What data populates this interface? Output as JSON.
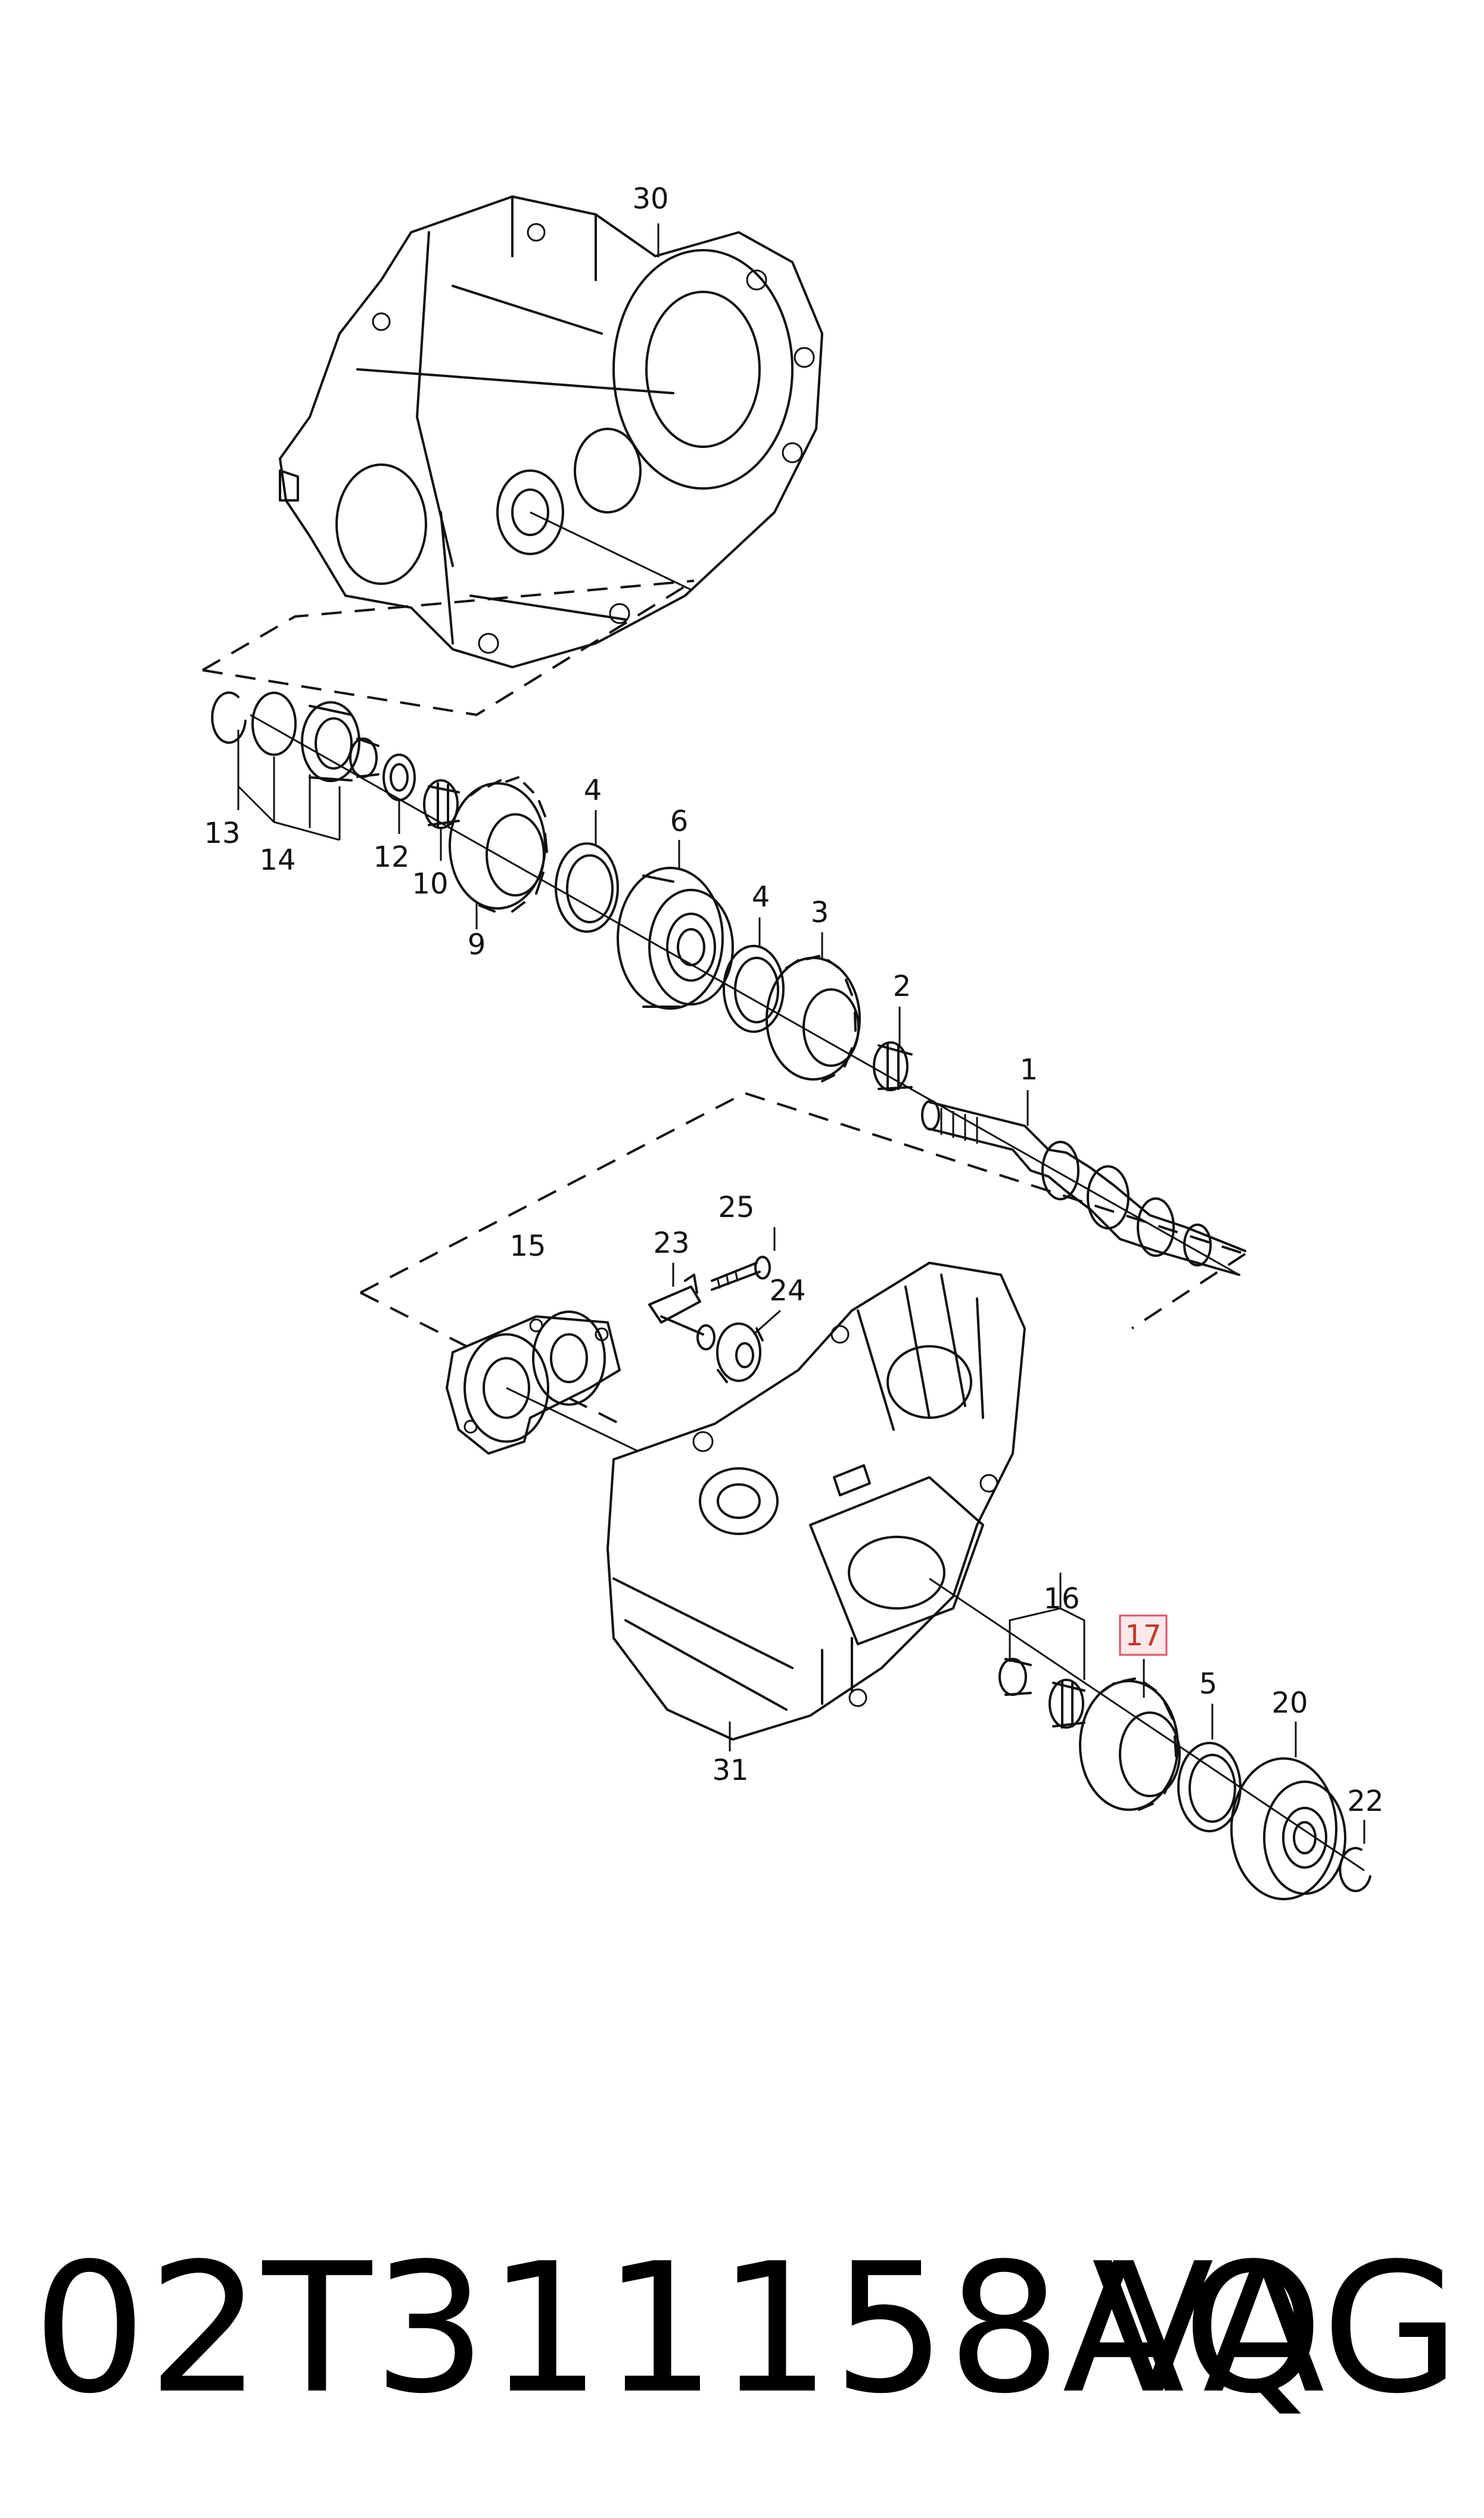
{
  "diagram": {
    "callouts": [
      {
        "id": "30",
        "label": "30",
        "highlighted": false
      },
      {
        "id": "13",
        "label": "13",
        "highlighted": false
      },
      {
        "id": "14",
        "label": "14",
        "highlighted": false
      },
      {
        "id": "12",
        "label": "12",
        "highlighted": false
      },
      {
        "id": "10",
        "label": "10",
        "highlighted": false
      },
      {
        "id": "9",
        "label": "9",
        "highlighted": false
      },
      {
        "id": "4a",
        "label": "4",
        "highlighted": false
      },
      {
        "id": "6",
        "label": "6",
        "highlighted": false
      },
      {
        "id": "4b",
        "label": "4",
        "highlighted": false
      },
      {
        "id": "3",
        "label": "3",
        "highlighted": false
      },
      {
        "id": "2",
        "label": "2",
        "highlighted": false
      },
      {
        "id": "1",
        "label": "1",
        "highlighted": false
      },
      {
        "id": "25",
        "label": "25",
        "highlighted": false
      },
      {
        "id": "23",
        "label": "23",
        "highlighted": false
      },
      {
        "id": "15",
        "label": "15",
        "highlighted": false
      },
      {
        "id": "24",
        "label": "24",
        "highlighted": false
      },
      {
        "id": "16",
        "label": "16",
        "highlighted": false
      },
      {
        "id": "17",
        "label": "17",
        "highlighted": true
      },
      {
        "id": "5",
        "label": "5",
        "highlighted": false
      },
      {
        "id": "20",
        "label": "20",
        "highlighted": false
      },
      {
        "id": "22",
        "label": "22",
        "highlighted": false
      },
      {
        "id": "31",
        "label": "31",
        "highlighted": false
      }
    ],
    "highlight_color": "#e0506a"
  },
  "footer": {
    "part_number": "02T311158AQ",
    "brand": "VAG"
  }
}
